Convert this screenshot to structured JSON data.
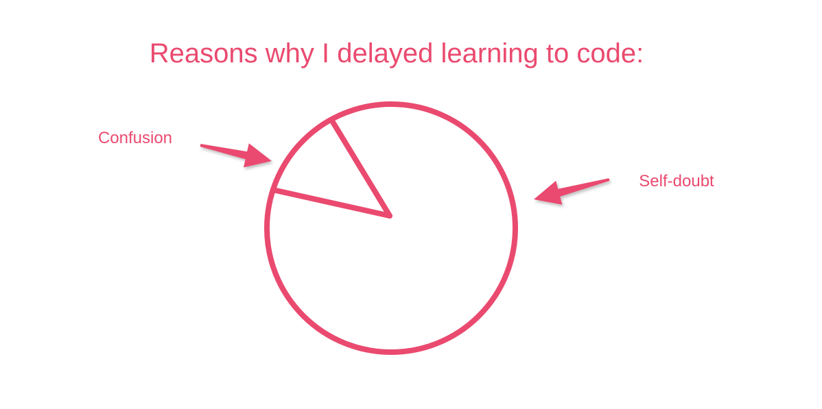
{
  "chart_data": {
    "type": "pie",
    "title": "Reasons why I delayed learning to code:",
    "slices": [
      {
        "label": "Confusion",
        "value": 12
      },
      {
        "label": "Self-doubt",
        "value": 88
      }
    ],
    "legend": "none",
    "labels_style": "arrow callouts",
    "fill": "none",
    "color": "#ea4a6f"
  }
}
